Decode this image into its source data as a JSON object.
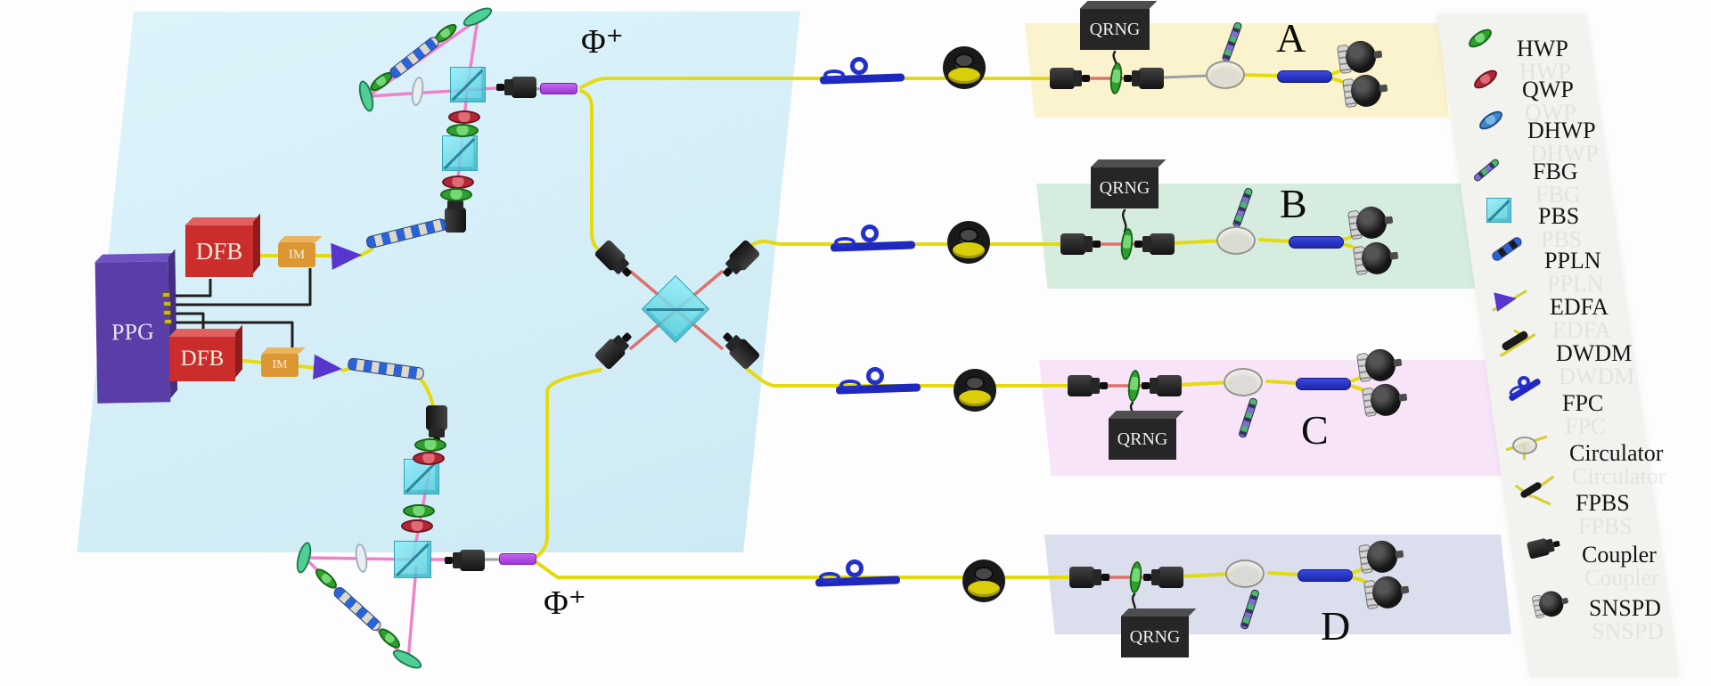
{
  "source": {
    "ppg_label": "PPG",
    "dfb_top_label": "DFB",
    "dfb_bottom_label": "DFB",
    "im_top_label": "IM",
    "im_bottom_label": "IM",
    "bell_state_top": "Φ⁺",
    "bell_state_bottom": "Φ⁺"
  },
  "stations": [
    {
      "label": "A",
      "qrng_label": "QRNG"
    },
    {
      "label": "B",
      "qrng_label": "QRNG"
    },
    {
      "label": "C",
      "qrng_label": "QRNG"
    },
    {
      "label": "D",
      "qrng_label": "QRNG"
    }
  ],
  "legend": {
    "items": [
      {
        "label": "HWP"
      },
      {
        "label": "QWP"
      },
      {
        "label": "DHWP"
      },
      {
        "label": "FBG"
      },
      {
        "label": "PBS"
      },
      {
        "label": "PPLN"
      },
      {
        "label": "EDFA"
      },
      {
        "label": "DWDM"
      },
      {
        "label": "FPC"
      },
      {
        "label": "Circulator"
      },
      {
        "label": "FPBS"
      },
      {
        "label": "Coupler"
      },
      {
        "label": "SNSPD"
      }
    ]
  },
  "colors": {
    "fiber_yellow": "#e4da10",
    "beam_red": "#e0706e",
    "beam_pink": "#ee82cc",
    "panel_source_blue": "#d8f0f8",
    "panel_a_yellow": "#faf3cd",
    "panel_b_mint": "#d5ecdf",
    "panel_c_pink": "#f8e4f8",
    "panel_d_lavender": "#dadeed",
    "legend_bg": "#f2f2ef",
    "ppg_purple": "#5a3da6",
    "dfb_red": "#cb2d2d",
    "im_orange": "#dc9733",
    "edfa_purple": "#5636cc",
    "pbs_cyan": "#5fd8e6",
    "fpbs_blue": "#2733cc",
    "qrng_black": "#262626"
  }
}
